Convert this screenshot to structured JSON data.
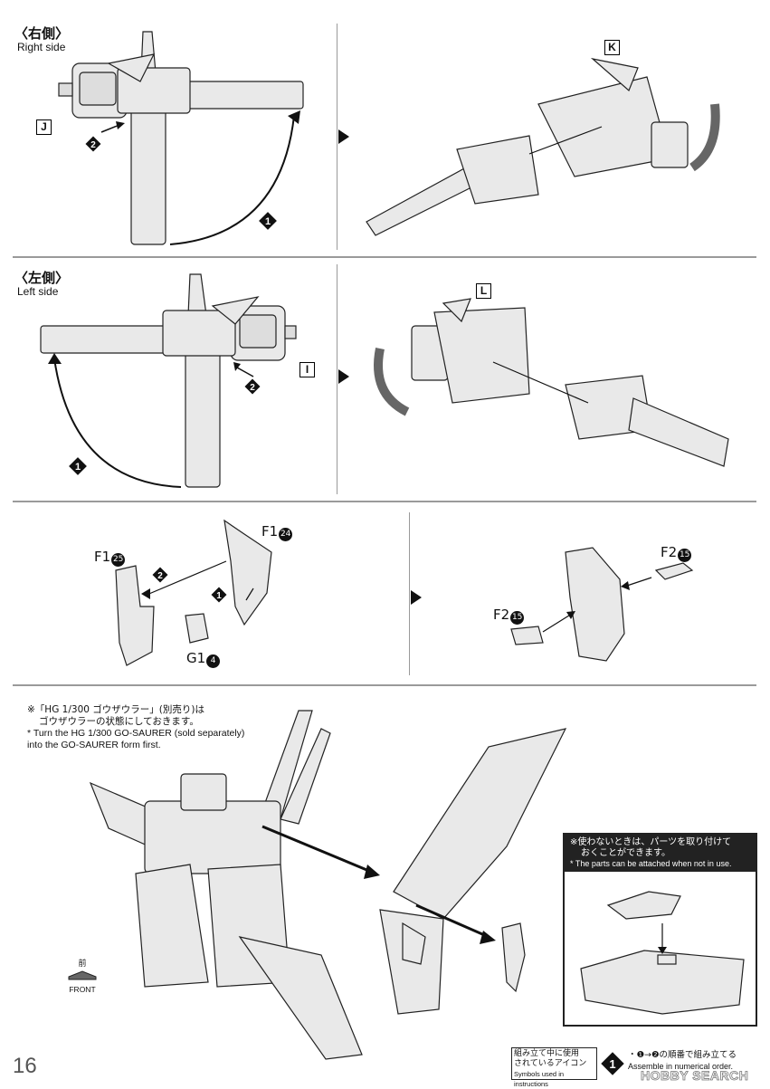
{
  "section1": {
    "title_jp": "〈右側〉",
    "title_en": "Right side",
    "tag_left": "J",
    "tag_right": "K",
    "step1": "1",
    "step2": "2"
  },
  "section2": {
    "title_jp": "〈左側〉",
    "title_en": "Left side",
    "tag_left": "I",
    "tag_right": "L",
    "step1": "1",
    "step2": "2"
  },
  "section3": {
    "left": {
      "part_a": "F1",
      "part_a_num": "25",
      "part_b": "F1",
      "part_b_num": "24",
      "part_c": "G1",
      "part_c_num": "4",
      "step1": "1",
      "step2": "2"
    },
    "right": {
      "part_a": "F2",
      "part_a_num": "15",
      "part_b": "F2",
      "part_b_num": "15"
    }
  },
  "section4": {
    "note_jp_1": "※「HG 1/300 ゴウザウラー」(別売り)は",
    "note_jp_2": "ゴウザウラーの状態にしておきます。",
    "note_en_1": "* Turn the HG 1/300 GO-SAURER (sold separately)",
    "note_en_2": "into the GO-SAURER form first.",
    "front_jp": "前",
    "front_en": "FRONT",
    "box_jp_1": "※使わないときは、パーツを取り付けて",
    "box_jp_2": "おくことができます。",
    "box_en": "* The parts can be attached when not in use."
  },
  "footer": {
    "page_number": "16",
    "legend_jp_1": "組み立て中に使用",
    "legend_jp_2": "されているアイコン",
    "legend_en": "Symbols used in instructions",
    "icon_num": "1",
    "icon_desc_jp": "・❶→❷の順番で組み立てる",
    "icon_desc_en": "Assemble in numerical order.",
    "watermark": "HOBBY SEARCH"
  }
}
